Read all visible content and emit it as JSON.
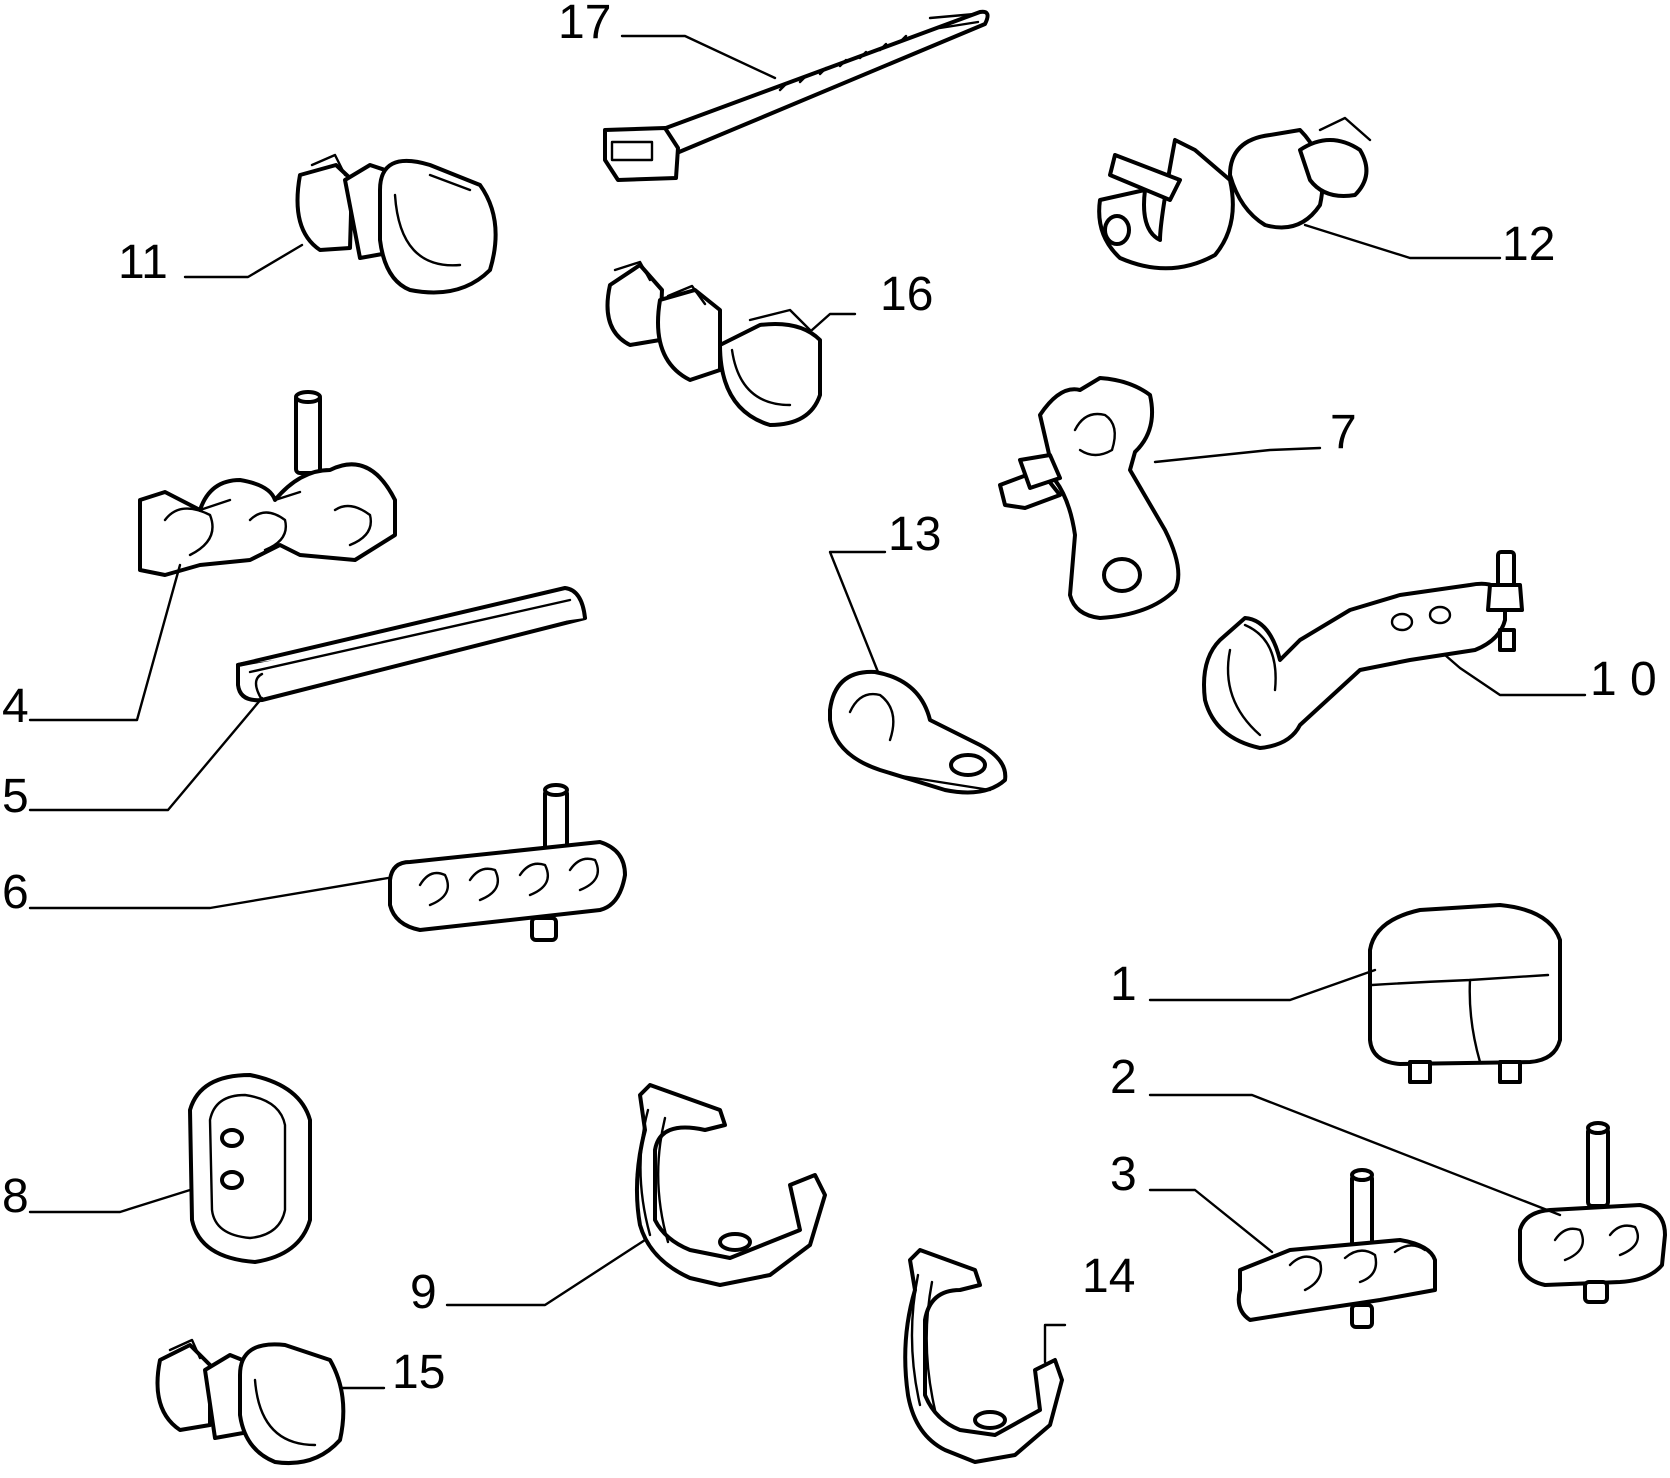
{
  "callouts": [
    {
      "id": "1",
      "text": "1"
    },
    {
      "id": "2",
      "text": "2"
    },
    {
      "id": "3",
      "text": "3"
    },
    {
      "id": "4",
      "text": "4"
    },
    {
      "id": "5",
      "text": "5"
    },
    {
      "id": "6",
      "text": "6"
    },
    {
      "id": "7",
      "text": "7"
    },
    {
      "id": "8",
      "text": "8"
    },
    {
      "id": "9",
      "text": "9"
    },
    {
      "id": "10",
      "text": "1 0"
    },
    {
      "id": "11",
      "text": "11"
    },
    {
      "id": "12",
      "text": "12"
    },
    {
      "id": "13",
      "text": "13"
    },
    {
      "id": "14",
      "text": "14"
    },
    {
      "id": "15",
      "text": "15"
    },
    {
      "id": "16",
      "text": "16"
    },
    {
      "id": "17",
      "text": "17"
    }
  ]
}
